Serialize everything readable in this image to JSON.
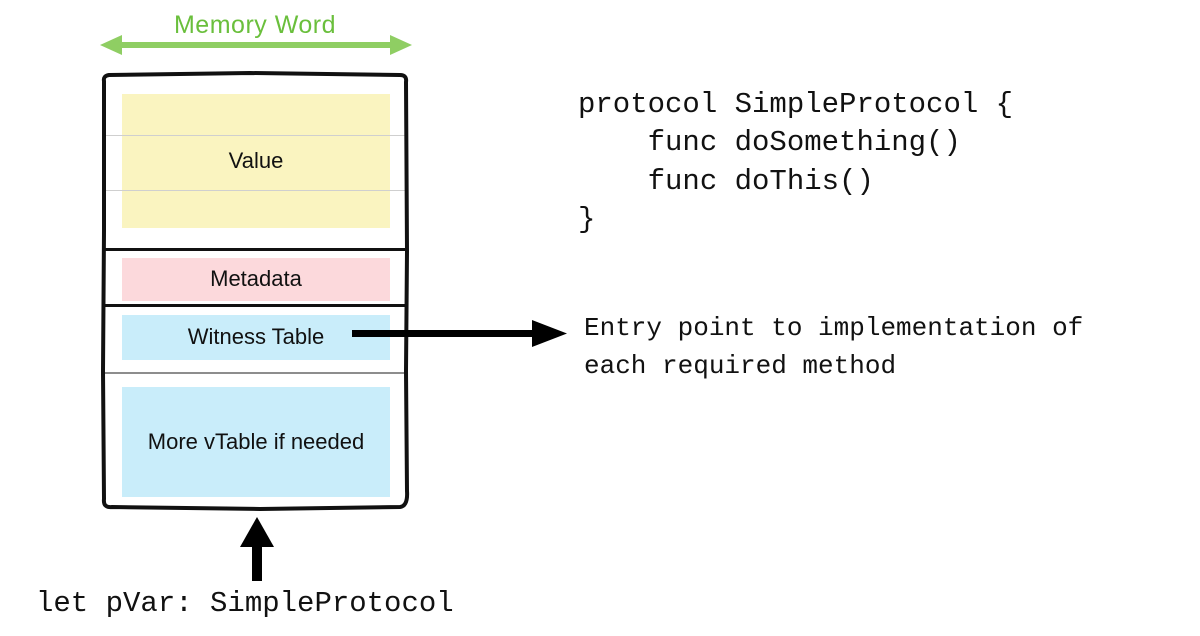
{
  "diagram": {
    "ruler": {
      "label": "Memory Word",
      "color": "#6abf3c",
      "arrow_icon": "double-headed-horizontal-arrow-icon"
    },
    "memory_block": {
      "bands": [
        {
          "id": "value",
          "label": "Value",
          "fill": "#faf4c0"
        },
        {
          "id": "metadata",
          "label": "Metadata",
          "fill": "#fcd9dc"
        },
        {
          "id": "witness",
          "label": "Witness Table",
          "fill": "#c9edfa"
        },
        {
          "id": "more_vtable",
          "label": "More vTable if needed",
          "fill": "#c9edfa"
        }
      ],
      "border_color": "#111111",
      "divider_strong_color": "#111111",
      "divider_gray_color": "#8d8d8d",
      "divider_faint_color": "#cfcfcf"
    },
    "pointer": {
      "icon": "right-arrow-icon",
      "target_note": "Entry point to implementation of\neach required method",
      "color": "#000000"
    },
    "variable": {
      "icon": "up-arrow-icon",
      "caption": "let pVar: SimpleProtocol",
      "color": "#000000"
    }
  },
  "code": {
    "language": "swift",
    "text": "protocol SimpleProtocol {\n    func doSomething()\n    func doThis()\n}"
  }
}
